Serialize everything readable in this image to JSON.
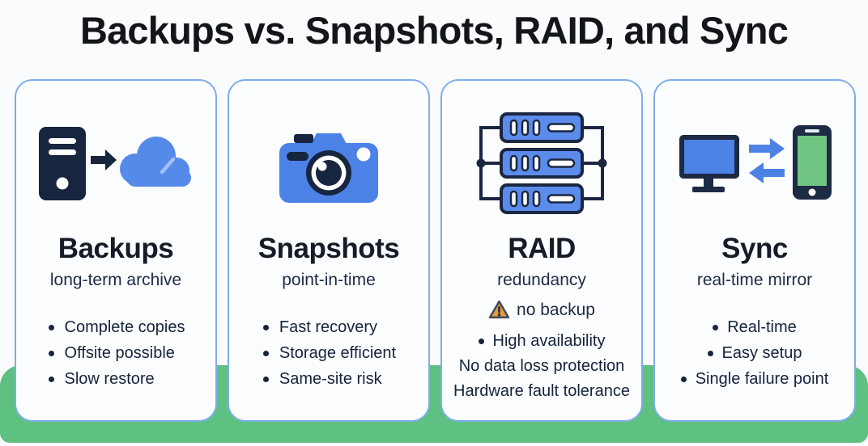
{
  "title": "Backups vs. Snapshots, RAID, and Sync",
  "colors": {
    "background": "#fafbfc",
    "green_band": "#5ec182",
    "card_border": "#7fadea",
    "card_background": "#fcfdfe",
    "title_text": "#121519",
    "body_text": "#15233c",
    "icon_blue": "#4c82e6",
    "icon_navy": "#1b2742",
    "cloud_blue": "#558ae9",
    "phone_screen_green": "#6fc581",
    "warning_orange": "#ec9a3e"
  },
  "cards": [
    {
      "title": "Backups",
      "subtitle": "long-term archive",
      "icon": "server-to-cloud-icon",
      "bullets": [
        "Complete copies",
        "Offsite possible",
        "Slow restore"
      ]
    },
    {
      "title": "Snapshots",
      "subtitle": "point-in-time",
      "icon": "camera-icon",
      "bullets": [
        "Fast recovery",
        "Storage efficient",
        "Same-site risk"
      ]
    },
    {
      "title": "RAID",
      "subtitle": "redundancy",
      "icon": "raid-array-icon",
      "warning": "no backup",
      "bullets": [
        "High availability"
      ],
      "plain_lines": [
        "No data loss protection",
        "Hardware fault tolerance"
      ]
    },
    {
      "title": "Sync",
      "subtitle": "real-time mirror",
      "icon": "desktop-phone-sync-icon",
      "bullets": [
        "Real-time",
        "Easy setup",
        "Single failure point"
      ]
    }
  ]
}
